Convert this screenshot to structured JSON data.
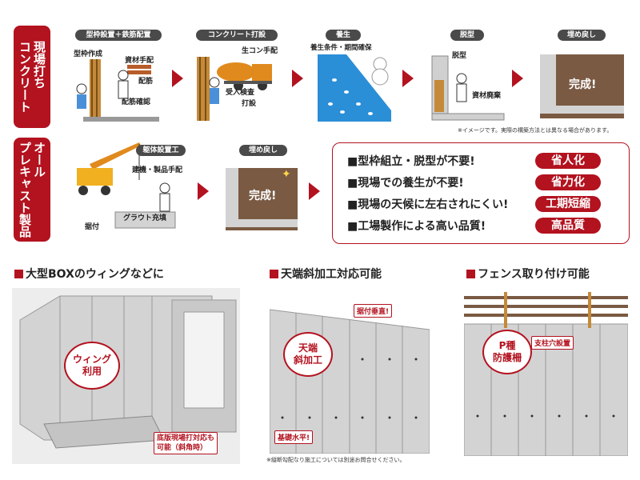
{
  "top": {
    "label": "現場打ち\nコンクリート",
    "steps": [
      {
        "tag": "型枠設置＋鉄筋配置",
        "labels": [
          "型枠作成",
          "資材手配",
          "配筋",
          "配筋確認"
        ]
      },
      {
        "tag": "コンクリート打設",
        "labels": [
          "生コン手配",
          "受入検査",
          "打設"
        ]
      },
      {
        "tag": "養生",
        "labels": [
          "養生条件・期間確保"
        ]
      },
      {
        "tag": "脱型",
        "labels": [
          "脱型",
          "資材廃棄"
        ]
      },
      {
        "tag": "埋め戻し",
        "labels": [
          "完成!"
        ]
      }
    ],
    "note": "※イメージです。実際の構築方法とは異なる場合があります。"
  },
  "bottom": {
    "label": "オール\nプレキャスト製品",
    "steps": [
      {
        "tag": "躯体設置工",
        "labels": [
          "建機・製品手配",
          "据付",
          "グラウト充填"
        ]
      },
      {
        "tag": "埋め戻し",
        "labels": [
          "完成!"
        ]
      }
    ],
    "benefits": [
      {
        "text": "■型枠組立・脱型が不要!",
        "badge": "省人化"
      },
      {
        "text": "■現場での養生が不要!",
        "badge": "省力化"
      },
      {
        "text": "■現場の天候に左右されにくい!",
        "badge": "工期短縮"
      },
      {
        "text": "■工場製作による高い品質!",
        "badge": "高品質"
      }
    ]
  },
  "sections": [
    {
      "title": "大型BOXのウィングなどに",
      "bubble": "ウィング\n利用",
      "tag": "底版現場打対応も\n可能（斜角時）"
    },
    {
      "title": "天端斜加工対応可能",
      "bubble": "天端\n斜加工",
      "tags": [
        "据付垂直!",
        "基礎水平!"
      ],
      "note": "※縦断勾配なり施工については別途お問合せください。"
    },
    {
      "title": "フェンス取り付け可能",
      "bubble": "P種\n防護柵",
      "tag": "支柱穴設置"
    }
  ],
  "colors": {
    "accent": "#b3121f",
    "dark_tag": "#4a4a4a",
    "panel": "#d3d3d3",
    "water": "#2b8fd8"
  }
}
